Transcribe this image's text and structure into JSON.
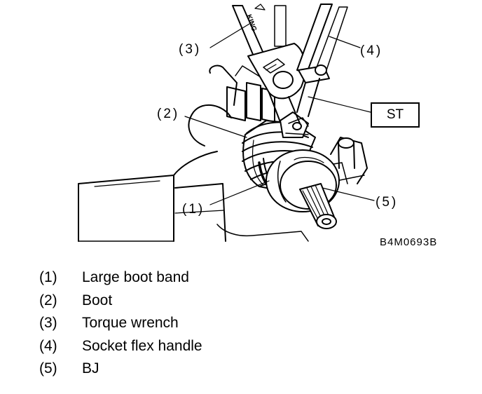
{
  "callouts": {
    "c1": "(1)",
    "c2": "(2)",
    "c3": "(3)",
    "c4": "(4)",
    "c5": "(5)",
    "st": "ST",
    "king_mark": "KING"
  },
  "figure_code": "B4M0693B",
  "legend": [
    {
      "num": "(1)",
      "label": "Large boot band"
    },
    {
      "num": "(2)",
      "label": "Boot"
    },
    {
      "num": "(3)",
      "label": "Torque wrench"
    },
    {
      "num": "(4)",
      "label": "Socket flex handle"
    },
    {
      "num": "(5)",
      "label": "BJ"
    }
  ]
}
